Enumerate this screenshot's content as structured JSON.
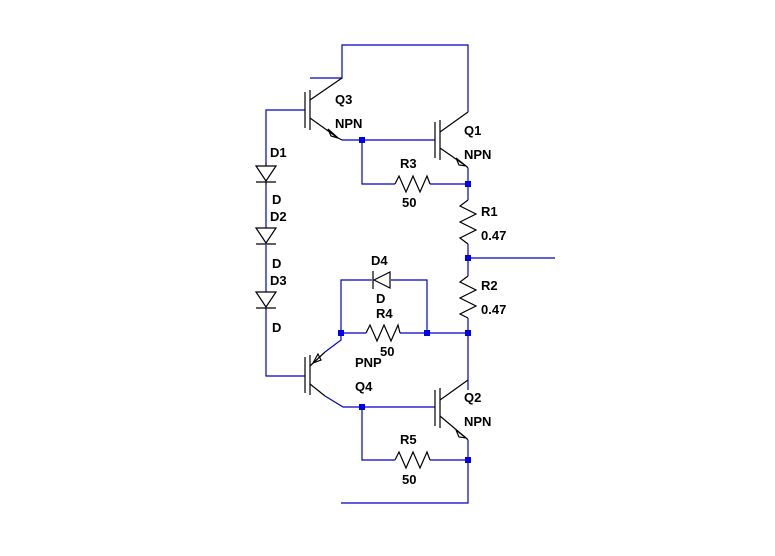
{
  "components": {
    "Q1": {
      "ref": "Q1",
      "model": "NPN"
    },
    "Q2": {
      "ref": "Q2",
      "model": "NPN"
    },
    "Q3": {
      "ref": "Q3",
      "model": "NPN"
    },
    "Q4": {
      "ref": "Q4",
      "model": "PNP"
    },
    "R1": {
      "ref": "R1",
      "value": "0.47"
    },
    "R2": {
      "ref": "R2",
      "value": "0.47"
    },
    "R3": {
      "ref": "R3",
      "value": "50"
    },
    "R4": {
      "ref": "R4",
      "value": "50"
    },
    "R5": {
      "ref": "R5",
      "value": "50"
    },
    "D1": {
      "ref": "D1",
      "model": "D"
    },
    "D2": {
      "ref": "D2",
      "model": "D"
    },
    "D3": {
      "ref": "D3",
      "model": "D"
    },
    "D4": {
      "ref": "D4",
      "model": "D"
    }
  },
  "colors": {
    "wire": "#0000cc",
    "component": "#000000",
    "junction": "#0000ee",
    "background": "#ffffff"
  }
}
